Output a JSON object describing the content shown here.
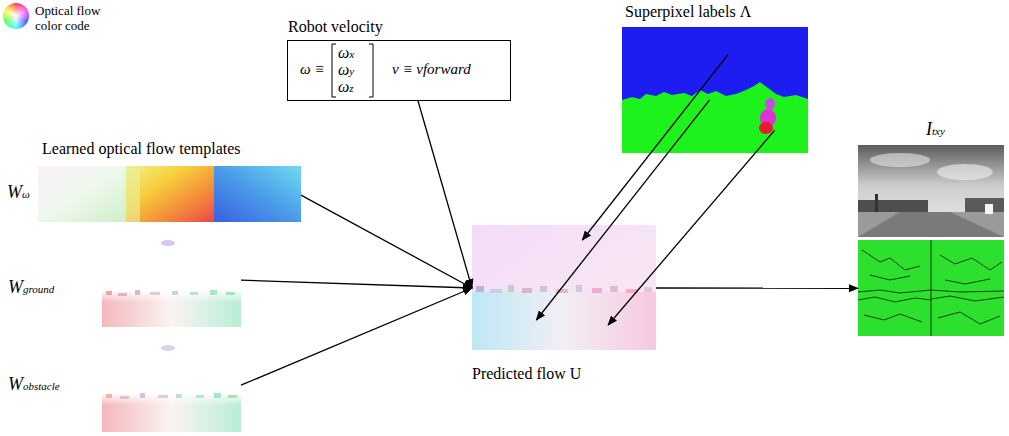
{
  "diagram": {
    "nodes": [
      {
        "text": [
          "Robot velocity",
          "ω ≡",
          "ωx",
          "ωy",
          "ωz",
          "v ≡ vforward"
        ]
      },
      {
        "text": [
          "Superpixel labels Λ"
        ]
      },
      {
        "text": [
          "Learned optical flow templates",
          "Wω"
        ]
      },
      {
        "text": [
          "Wground"
        ]
      },
      {
        "text": [
          "Predicted flow U"
        ]
      },
      {
        "text": [
          "Itxy"
        ]
      },
      {
        "text": [
          "Wobstacle"
        ]
      }
    ],
    "edges": [
      {
        "from": 2,
        "to": 4,
        "arrow": "to"
      },
      {
        "from": 3,
        "to": 4,
        "arrow": "to"
      },
      {
        "from": 6,
        "to": 4,
        "arrow": "to"
      },
      {
        "from": 0,
        "to": 4,
        "arrow": "to"
      },
      {
        "from": 1,
        "to": 4,
        "arrow": "to"
      },
      {
        "from": 1,
        "to": 4,
        "arrow": "to"
      },
      {
        "from": 1,
        "to": 4,
        "arrow": "to"
      },
      {
        "from": 4,
        "to": 5,
        "arrow": "to"
      }
    ],
    "legend": [
      {
        "text": "Optical flow color code"
      }
    ]
  }
}
